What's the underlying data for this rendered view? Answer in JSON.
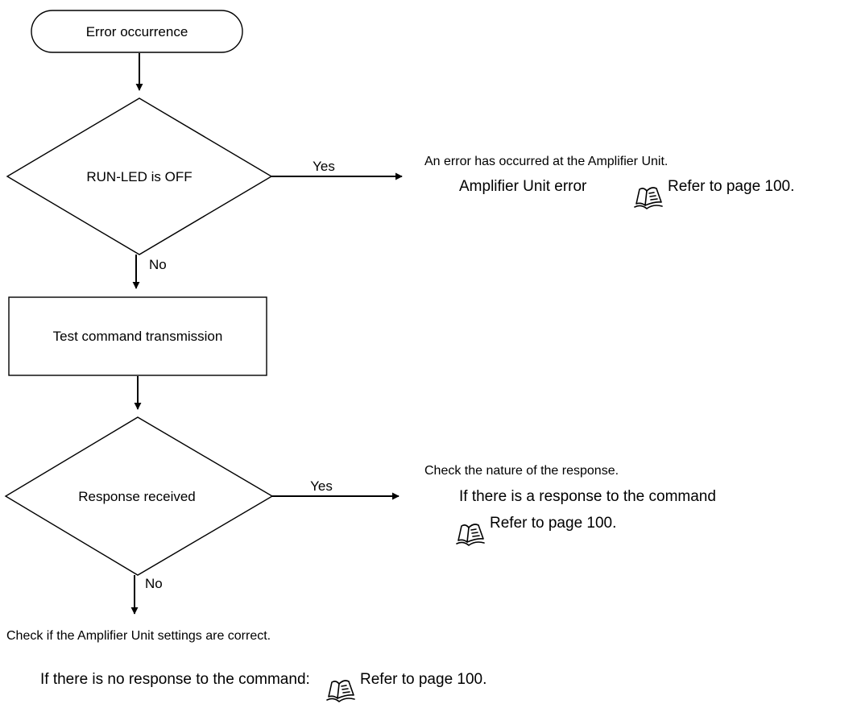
{
  "flow": {
    "start": "Error occurrence",
    "decision1": "RUN-LED is OFF",
    "decision1_yes": "Yes",
    "decision1_no": "No",
    "process1": "Test command transmission",
    "decision2": "Response received",
    "decision2_yes": "Yes",
    "decision2_no": "No"
  },
  "notes": {
    "amp_error_intro": "An error has occurred at the Amplifier Unit.",
    "amp_error_label": "Amplifier Unit error",
    "amp_error_ref": "Refer to page 100.",
    "response_intro": "Check the nature of the response.",
    "response_label": "If there is a response to the command",
    "response_ref": "Refer to page 100.",
    "settings_check": "Check if the Amplifier Unit settings are correct.",
    "no_response_label": "If there is no response to the command:",
    "no_response_ref": "Refer to page 100."
  },
  "icons": [
    "manual-book-icon"
  ]
}
